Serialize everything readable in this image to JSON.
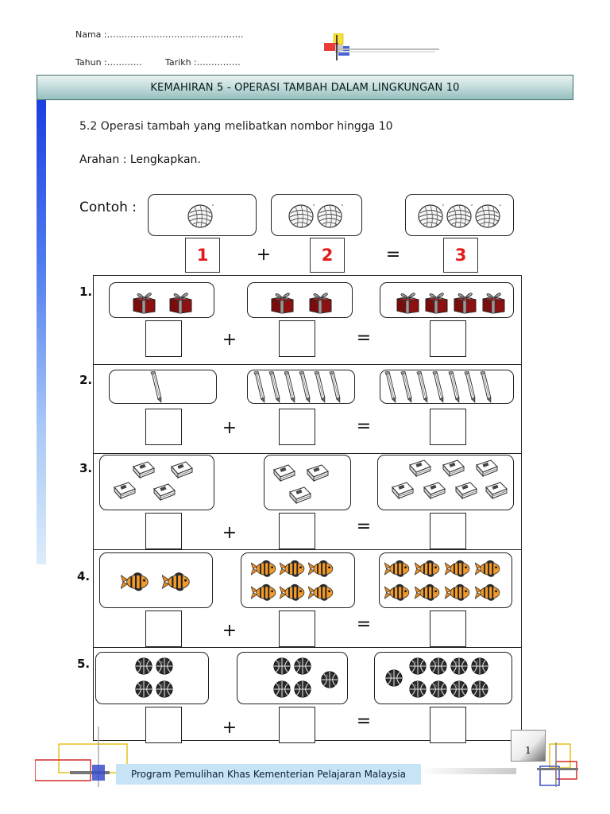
{
  "header": {
    "nama": "Nama :…………………………..……………",
    "tahun": "Tahun :…………",
    "tarikh": "Tarikh :……………"
  },
  "title": "KEMAHIRAN 5 - OPERASI TAMBAH DALAM LINGKUNGAN 10",
  "subtitle": "5.2   Operasi tambah yang melibatkan nombor hingga 10",
  "instruction": "Arahan :  Lengkapkan.",
  "example": {
    "label": "Contoh :",
    "answers": [
      "1",
      "2",
      "3"
    ],
    "icon": "coconut-icon"
  },
  "operators": {
    "plus": "+",
    "equals": "="
  },
  "exercises": [
    {
      "number": "1.",
      "icon": "gift-icon"
    },
    {
      "number": "2.",
      "icon": "pencil-icon"
    },
    {
      "number": "3.",
      "icon": "book-icon"
    },
    {
      "number": "4.",
      "icon": "fish-icon"
    },
    {
      "number": "5.",
      "icon": "ball-icon"
    }
  ],
  "footer": {
    "text": "Program  Pemulihan Khas Kementerian Pelajaran Malaysia",
    "page": "1"
  },
  "colors": {
    "example_answer": "#e21a1a",
    "banner": "#95bfbe",
    "footer_band": "#c7e4f6"
  }
}
